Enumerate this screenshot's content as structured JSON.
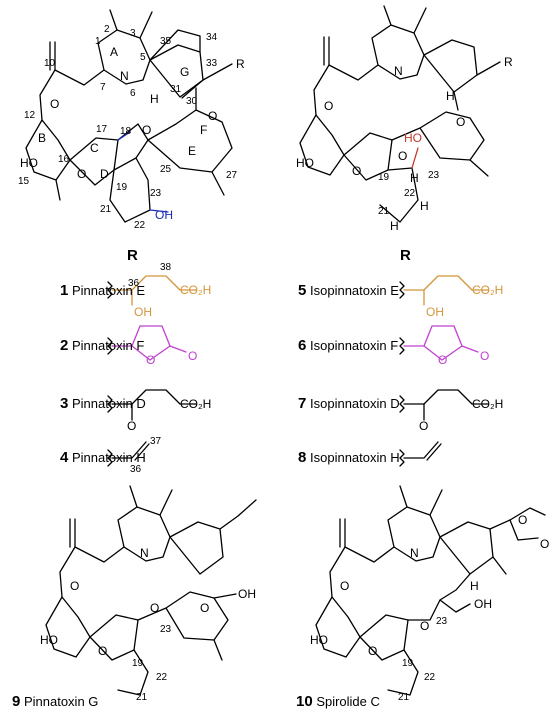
{
  "header": {
    "R_left": "R",
    "R_right": "R"
  },
  "compounds": {
    "c1": {
      "number": "1",
      "name": "Pinnatoxin E"
    },
    "c2": {
      "number": "2",
      "name": "Pinnatoxin F"
    },
    "c3": {
      "number": "3",
      "name": "Pinnatoxin D"
    },
    "c4": {
      "number": "4",
      "name": "Pinnatoxin H"
    },
    "c5": {
      "number": "5",
      "name": "Isopinnatoxin E"
    },
    "c6": {
      "number": "6",
      "name": "Isopinnatoxin F"
    },
    "c7": {
      "number": "7",
      "name": "Isopinnatoxin D"
    },
    "c8": {
      "number": "8",
      "name": "Isopinnatoxin H"
    },
    "c9": {
      "number": "9",
      "name": "Pinnatoxin G"
    },
    "c10": {
      "number": "10",
      "name": "Spirolide C"
    }
  },
  "atoms": {
    "N": "N",
    "O": "O",
    "H": "H",
    "HO": "HO",
    "OH": "OH",
    "CO2H": "CO₂H",
    "R": "R"
  },
  "ring_labels": {
    "A": "A",
    "B": "B",
    "C": "C",
    "D": "D",
    "E": "E",
    "F": "F",
    "G": "G"
  },
  "atom_numbers": {
    "n1": "1",
    "n2": "2",
    "n3": "3",
    "n5": "5",
    "n6": "6",
    "n7": "7",
    "n10": "10",
    "n12": "12",
    "n15": "15",
    "n16": "16",
    "n17": "17",
    "n18": "18",
    "n19": "19",
    "n21": "21",
    "n22": "22",
    "n23": "23",
    "n25": "25",
    "n27": "27",
    "n30": "30",
    "n31": "31",
    "n33": "33",
    "n34": "34",
    "n35": "35",
    "n36": "36",
    "n37": "37",
    "n38": "38"
  },
  "colors": {
    "orange": "#d4953a",
    "purple": "#c040d0",
    "blue": "#1a2bb8",
    "red": "#c0392b"
  }
}
